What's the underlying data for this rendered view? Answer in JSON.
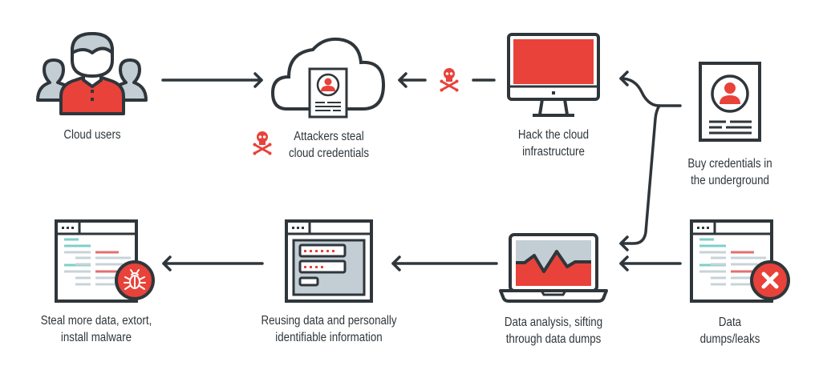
{
  "colors": {
    "outline": "#2f363b",
    "accent_red": "#e8423a",
    "gray_fill": "#c2ced4",
    "teal": "#7ecfcb",
    "pale_red": "#e07070",
    "pale_gray": "#c8d3d8"
  },
  "nodes": [
    {
      "id": "cloud-users",
      "icon": "users-icon",
      "label": [
        "Cloud users"
      ]
    },
    {
      "id": "attackers-steal",
      "icon": "cloud-credential-icon",
      "label": [
        "Attackers steal",
        "cloud credentials"
      ],
      "badge_icon": "skull-crossbones-icon"
    },
    {
      "id": "hack-infrastructure",
      "icon": "monitor-icon",
      "label": [
        "Hack the cloud",
        "infrastructure"
      ]
    },
    {
      "id": "buy-credentials",
      "icon": "credential-document-icon",
      "label": [
        "Buy credentials in",
        "the underground"
      ]
    },
    {
      "id": "data-dumps",
      "icon": "browser-document-error-icon",
      "label": [
        "Data",
        "dumps/leaks"
      ]
    },
    {
      "id": "data-analysis",
      "icon": "laptop-chart-icon",
      "label": [
        "Data analysis, sifting",
        "through data dumps"
      ]
    },
    {
      "id": "reusing-data",
      "icon": "browser-login-form-icon",
      "label": [
        "Reusing data and personally",
        "identifiable information"
      ]
    },
    {
      "id": "steal-more",
      "icon": "browser-document-bug-icon",
      "label": [
        "Steal more data, extort,",
        "install malware"
      ]
    }
  ],
  "edges": [
    {
      "from": "cloud-users",
      "to": "attackers-steal"
    },
    {
      "from": "hack-infrastructure",
      "to": "attackers-steal",
      "mid_icon": "skull-crossbones-icon"
    },
    {
      "from": "buy-credentials",
      "to": "hack-infrastructure"
    },
    {
      "from": "buy-credentials",
      "to": "data-analysis"
    },
    {
      "from": "data-dumps",
      "to": "data-analysis"
    },
    {
      "from": "data-analysis",
      "to": "reusing-data"
    },
    {
      "from": "reusing-data",
      "to": "steal-more"
    }
  ]
}
